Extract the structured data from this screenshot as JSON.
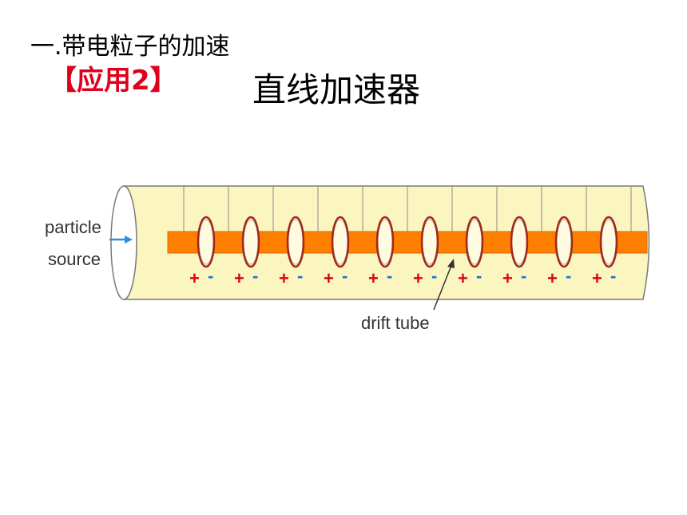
{
  "heading": "一.带电粒子的加速",
  "tag": "【应用2】",
  "title": "直线加速器",
  "diagram": {
    "labels": {
      "particle": "particle",
      "source": "source",
      "drift_tube": "drift tube",
      "plus": "+",
      "minus": "-"
    },
    "gap_count": 10,
    "colors": {
      "tube_fill": "#fbf5c0",
      "tube_stroke": "#7a7a7a",
      "drift_tube": "#ff8000",
      "coil": "#a0281e",
      "plus": "#e0001b",
      "minus": "#1e6fd9",
      "arrow": "#2e8fe0",
      "tag": "#e0001b"
    }
  }
}
